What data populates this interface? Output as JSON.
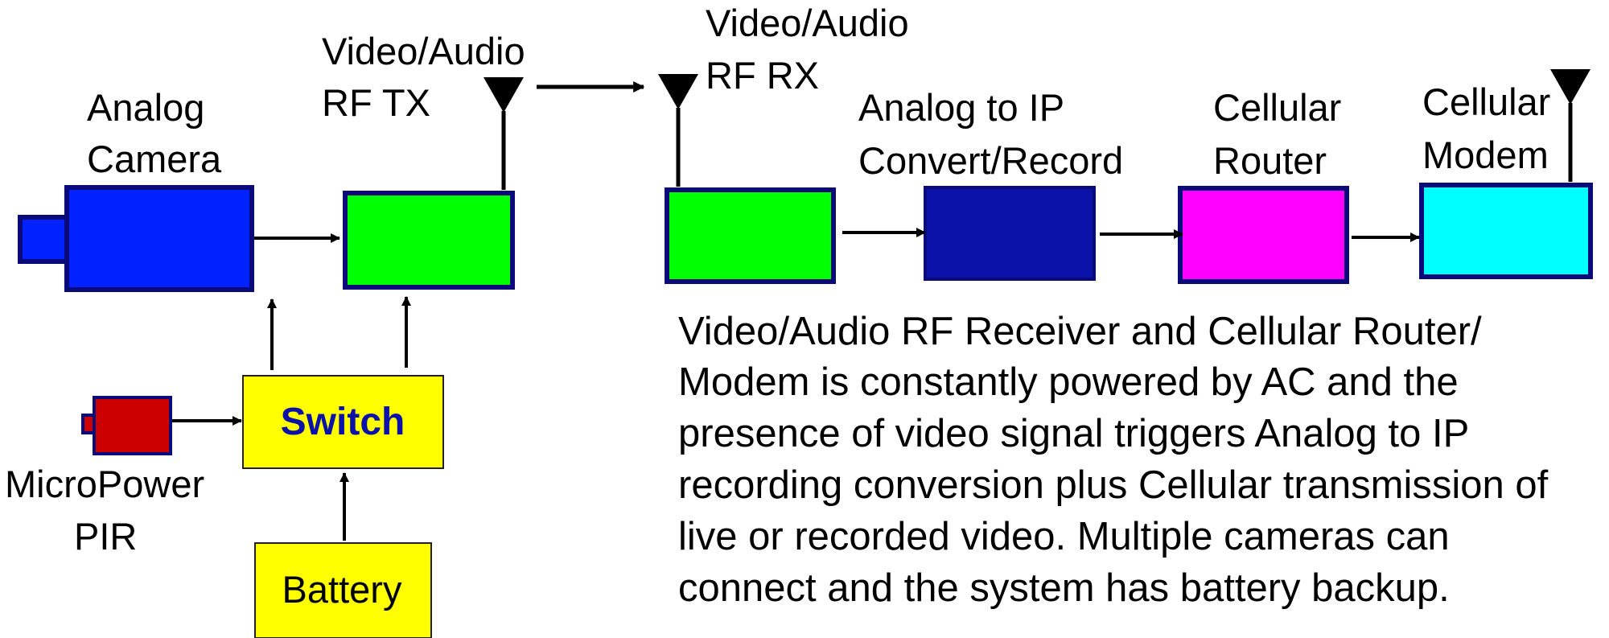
{
  "labels": {
    "camera_line1": "Analog",
    "camera_line2": "Camera",
    "tx_line1": "Video/Audio",
    "tx_line2": "RF TX",
    "rx_line1": "Video/Audio",
    "rx_line2": "RF RX",
    "converter_line1": "Analog to IP",
    "converter_line2": "Convert/Record",
    "router_line1": "Cellular",
    "router_line2": "Router",
    "modem_line1": "Cellular",
    "modem_line2": "Modem",
    "switch": "Switch",
    "pir_line1": "MicroPower",
    "pir_line2": "PIR",
    "battery": "Battery"
  },
  "description": [
    "Video/Audio RF Receiver and Cellular Router/",
    "Modem is constantly powered by AC and the",
    "presence of video signal triggers Analog to IP",
    "recording conversion plus Cellular transmission of",
    "live or recorded video.  Multiple cameras can",
    "connect and the system has battery backup."
  ],
  "colors": {
    "camera": "#0022ff",
    "transmitter": "#00ff00",
    "receiver": "#00ff00",
    "converter": "#0a12aa",
    "router": "#ff00ff",
    "modem": "#00ffff",
    "switch": "#ffff00",
    "battery": "#ffff00",
    "pir": "#cc0000",
    "outline": "#0a0a7a",
    "switch_text": "#0a12aa"
  }
}
